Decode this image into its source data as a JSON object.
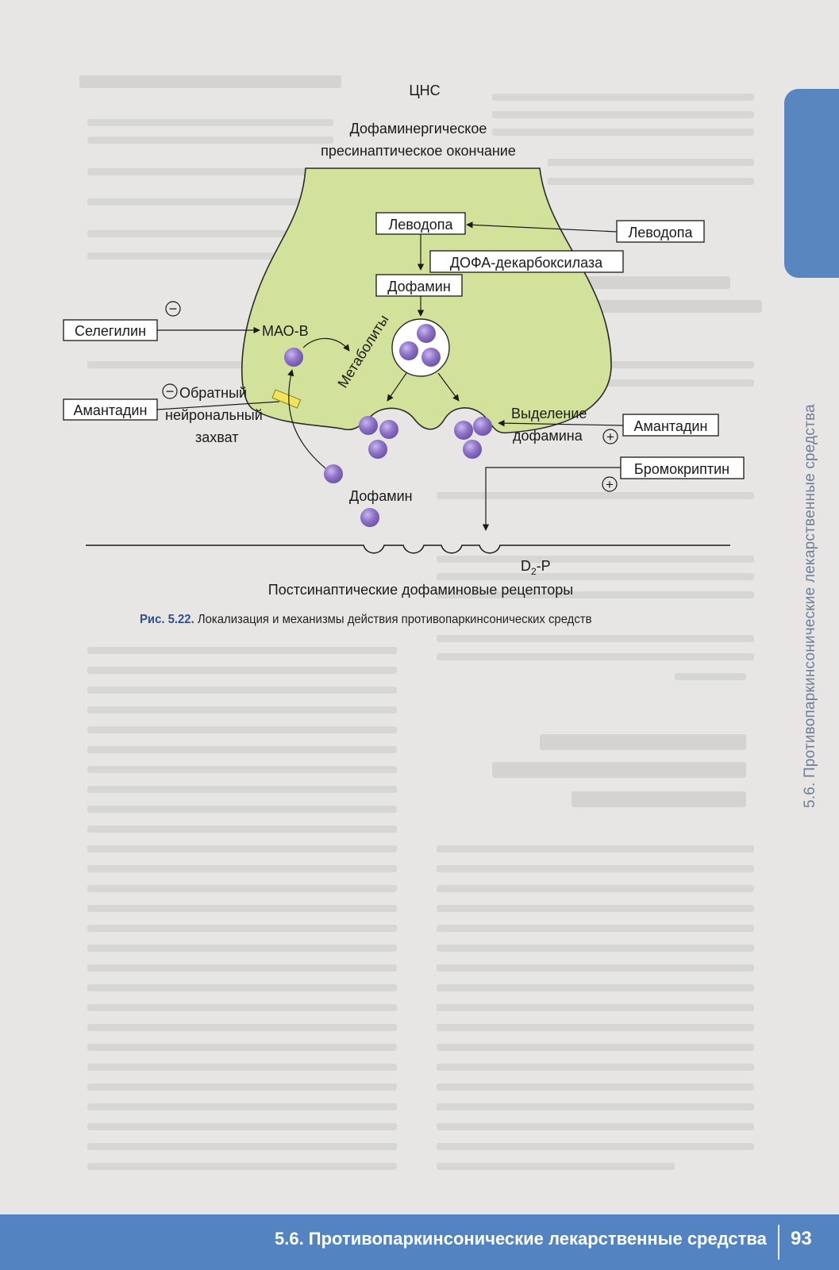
{
  "diagram": {
    "top_label": "ЦНС",
    "terminal_label_line1": "Дофаминергическое",
    "terminal_label_line2": "пресинаптическое окончание",
    "levodopa_inner": "Леводопа",
    "levodopa_outer": "Леводопа",
    "dopa_decarboxylase": "ДОФА-декарбоксилаза",
    "dopamine_box": "Дофамин",
    "selegiline": "Селегилин",
    "mao_b": "МАО-В",
    "metabolites": "Метаболиты",
    "amantadine_left": "Амантадин",
    "reuptake_line1": "Обратный",
    "reuptake_line2": "нейрональный",
    "reuptake_line3": "захват",
    "release_line1": "Выделение",
    "release_line2": "дофамина",
    "amantadine_right": "Амантадин",
    "bromocriptine": "Бромокриптин",
    "dopamine_synapse": "Дофамин",
    "receptor_label_main": "D",
    "receptor_label_sub": "2",
    "receptor_label_suffix": "-P",
    "postsynaptic_label": "Постсинаптические дофаминовые рецепторы",
    "minus_sign": "−",
    "plus_sign": "+"
  },
  "caption": {
    "figure_number": "Рис. 5.22.",
    "text": " Локализация и механизмы действия противопаркинсонических средств"
  },
  "side_running_head": "5.6. Противопаркинсонические лекарственные средства",
  "footer": {
    "title": "5.6. Противопаркинсонические лекарственные средства",
    "page_number": "93"
  },
  "colors": {
    "terminal_fill": "#d3e29a",
    "vesicle_purple": "#8f73c7",
    "accent_blue": "#5383c0",
    "transporter_yellow": "#f2e35c"
  }
}
